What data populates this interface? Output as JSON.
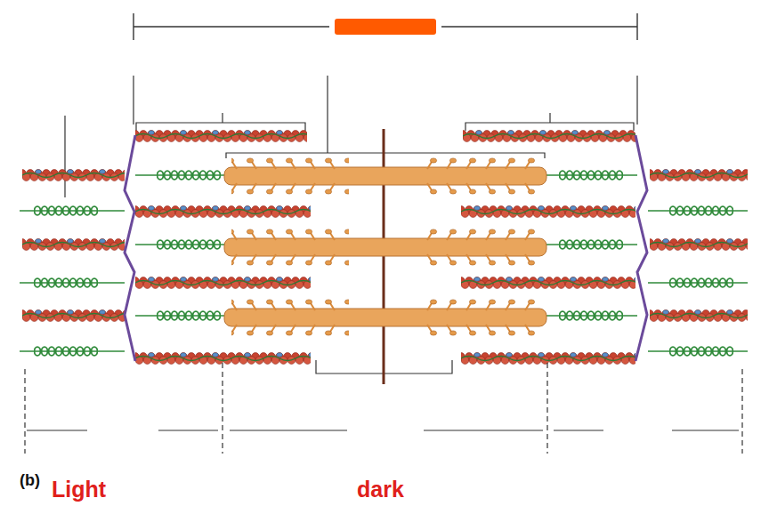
{
  "diagram": {
    "labels": [
      "(b)",
      "Light",
      "dark"
    ]
  }
}
